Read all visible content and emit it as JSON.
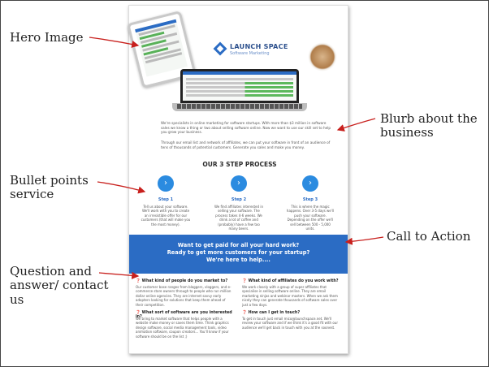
{
  "annotations": {
    "hero": "Hero Image",
    "blurb": [
      "Blurb about the",
      "business"
    ],
    "bullets": [
      "Bullet points",
      "service"
    ],
    "cta": "Call to Action",
    "qa": [
      "Question and",
      "answer/ contact",
      "us"
    ]
  },
  "brochure": {
    "logo_title": "LAUNCH SPACE",
    "logo_subtitle": "Software Marketing",
    "blurb_1": "We're specialists in online marketing for software startups. With more than $3 million in software sales we know a thing or two about selling software online. Now we want to use our skill set to help you grow your business.",
    "blurb_2": "Through our email list and network of affiliates, we can put your software in front of an audience of tens of thousands of potential customers. Generate you sales and make you money.",
    "process_title": "OUR 3 STEP PROCESS",
    "steps": [
      {
        "title": "Step 1",
        "text": "Tell us about your software. We'll work with you to create an irresistible offer for our customers (that will make you the most money)."
      },
      {
        "title": "Step 2",
        "text": "We find affiliates interested in selling your software. The process takes 4-6 weeks. We drink a lot of coffee and (probably) have a few too many beers."
      },
      {
        "title": "Step 3",
        "text": "This is where the magic happens. Over 3-5 days we'll push your software. Depending on the offer we'll sell between 500 - 5,000 units."
      }
    ],
    "cta_lines": [
      "Want to get paid for all your hard work?",
      "Ready to get more customers for your startup?",
      "We're here to help...."
    ],
    "faq": [
      {
        "q": "What kind of people do you market to?",
        "a": "Our customer base ranges from bloggers, vloggers, and e-commerce store owners through to people who run million dollar online agencies. They are internet savvy early adopters looking for solutions that keep them ahead of their competition."
      },
      {
        "q": "What sort of software are you interested in?",
        "a": "We bring to market software that helps people with a website make money or saves them time. Think graphics design software, social media management tools, video animation software, coupon creators... You'll know if your software should be on the list ;)"
      },
      {
        "q": "What kind of affiliates do you work with?",
        "a": "We work closely with a group of super affiliates that specialise in selling software online. They are email marketing ninjas and webinar masters. When we ask them nicely they can generate thousands of software sales over just a few days."
      },
      {
        "q": "How can I get in touch?",
        "a": "To get in touch just email mico@launchspace.net. We'll review your software and if we think it's a good fit with our audience we'll get back in touch with you at the soonest."
      }
    ]
  },
  "colors": {
    "accent": "#2b6cc4",
    "arrow": "#c8201d",
    "step_circle": "#2b8be0"
  }
}
